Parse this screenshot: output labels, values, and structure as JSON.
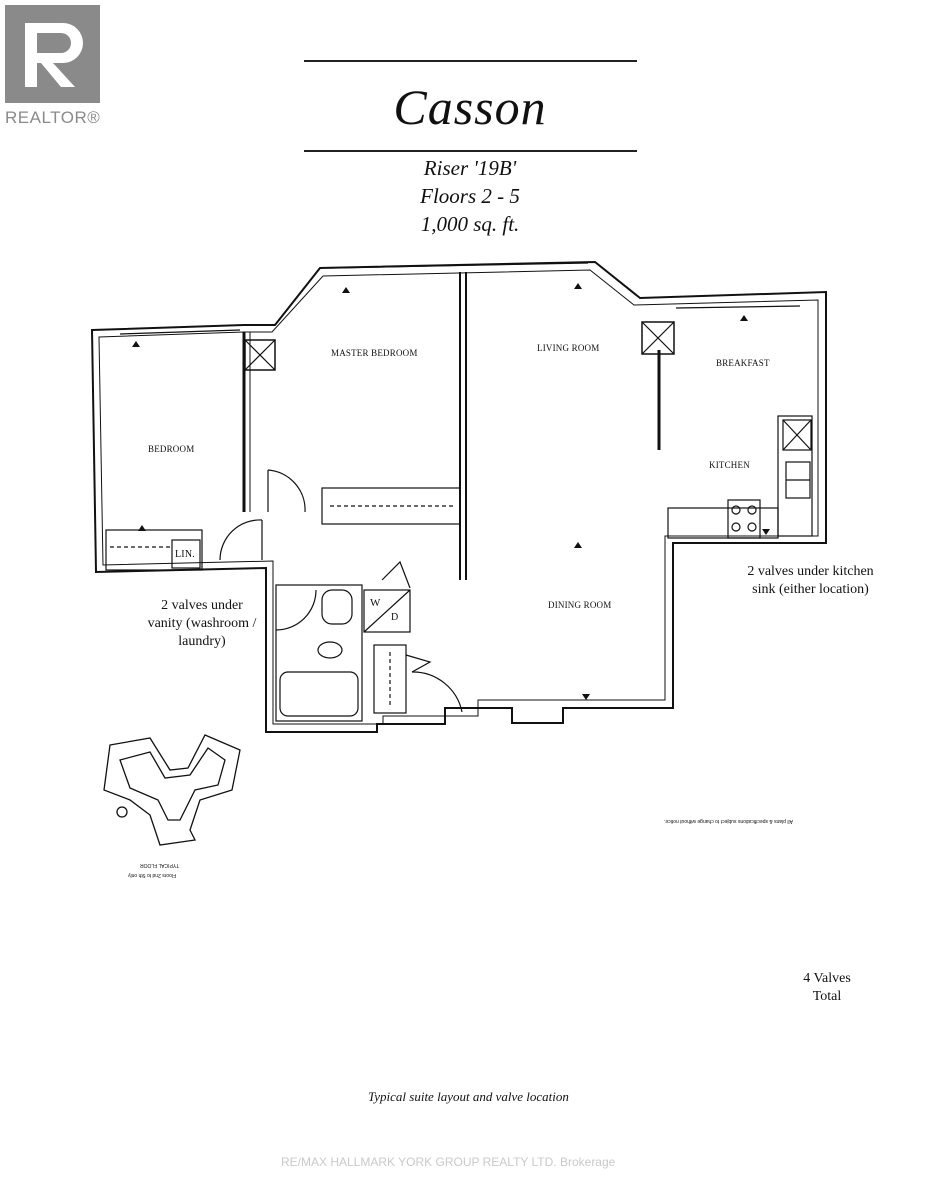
{
  "logo": {
    "text": "REALTOR®"
  },
  "title": "Casson",
  "subtitle": {
    "riser": "Riser '19B'",
    "floors": "Floors 2 - 5",
    "area": "1,000 sq. ft."
  },
  "rooms": {
    "bedroom": "BEDROOM",
    "master_bedroom": "MASTER BEDROOM",
    "living_room": "LIVING ROOM",
    "breakfast": "BREAKFAST",
    "kitchen": "KITCHEN",
    "dining_room": "DINING ROOM",
    "linen": "LIN.",
    "washer": "W",
    "dryer": "D"
  },
  "notes": {
    "vanity": [
      "2 valves under",
      "vanity (washroom /",
      "laundry)"
    ],
    "kitchen": [
      "2 valves under kitchen",
      "sink (either location)"
    ],
    "total": [
      "4 Valves",
      "Total"
    ]
  },
  "keyplan": {
    "line1": "TYPICAL FLOOR",
    "line2": "Floors 2nd to 5th only"
  },
  "disclaimer": "All plans & specifications subject to change without notice.",
  "caption": "Typical suite layout and valve location",
  "watermark": "RE/MAX HALLMARK YORK GROUP REALTY LTD. Brokerage"
}
